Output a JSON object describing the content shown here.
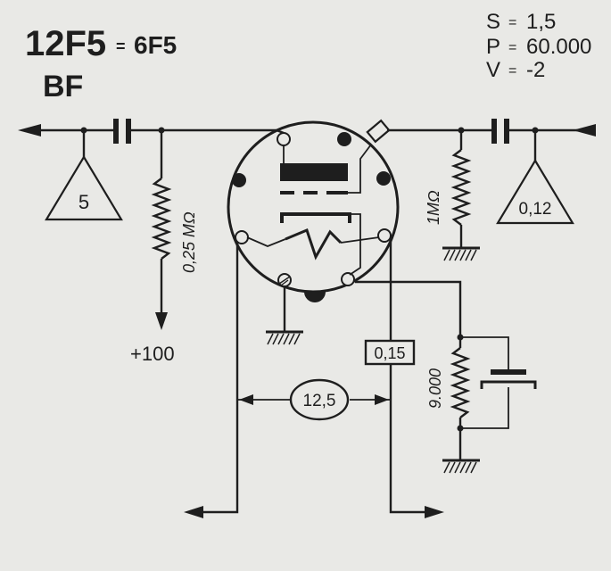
{
  "header": {
    "tube": "12F5",
    "equiv_sign": "=",
    "equiv": "6F5",
    "class": "BF"
  },
  "specs": [
    {
      "key": "S",
      "sign": "=",
      "val": "1,5"
    },
    {
      "key": "P",
      "sign": "=",
      "val": "60.000"
    },
    {
      "key": "V",
      "sign": "=",
      "val": "-2"
    }
  ],
  "labels": {
    "out_gain": "5",
    "in_gain": "0,12",
    "plate_resistor": "0,25 MΩ",
    "grid_resistor": "1MΩ",
    "cathode_resistor": "9.000",
    "plate_supply": "+100",
    "heater_current": "0,15",
    "heater_voltage": "12,5"
  },
  "colors": {
    "background": "#e9e9e6",
    "ink": "#1e1e1e"
  }
}
